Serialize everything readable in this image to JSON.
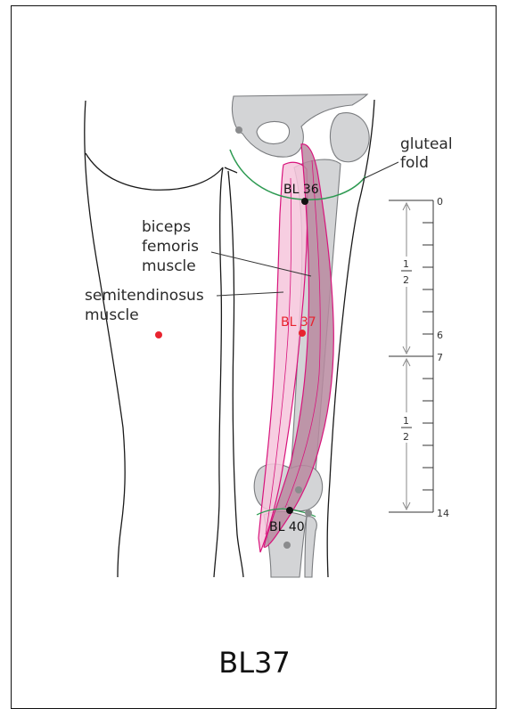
{
  "title": "BL37",
  "labels": {
    "gluteal_fold": [
      "gluteal",
      "fold"
    ],
    "biceps_femoris": [
      "biceps",
      "femoris",
      "muscle"
    ],
    "semitendinosus": [
      "semitendinosus",
      "muscle"
    ]
  },
  "points": {
    "bl36": "BL 36",
    "bl37": "BL 37",
    "bl40": "BL 40"
  },
  "scale": {
    "upper_fraction": {
      "num": "1",
      "den": "2"
    },
    "lower_fraction": {
      "num": "1",
      "den": "2"
    },
    "ticks": {
      "t0": "0",
      "t6": "6",
      "t7": "7",
      "t14": "14"
    }
  },
  "colors": {
    "acupoint": "#e8242f",
    "point_marker": "#111111",
    "gluteal_fold_line": "#2e9a52",
    "muscle_outline": "#d8147c",
    "muscle_fill": "#f6c6dc",
    "bone_fill": "#d3d4d6",
    "bone_outline": "#7a7c7f",
    "outline": "#1a1a1a"
  }
}
